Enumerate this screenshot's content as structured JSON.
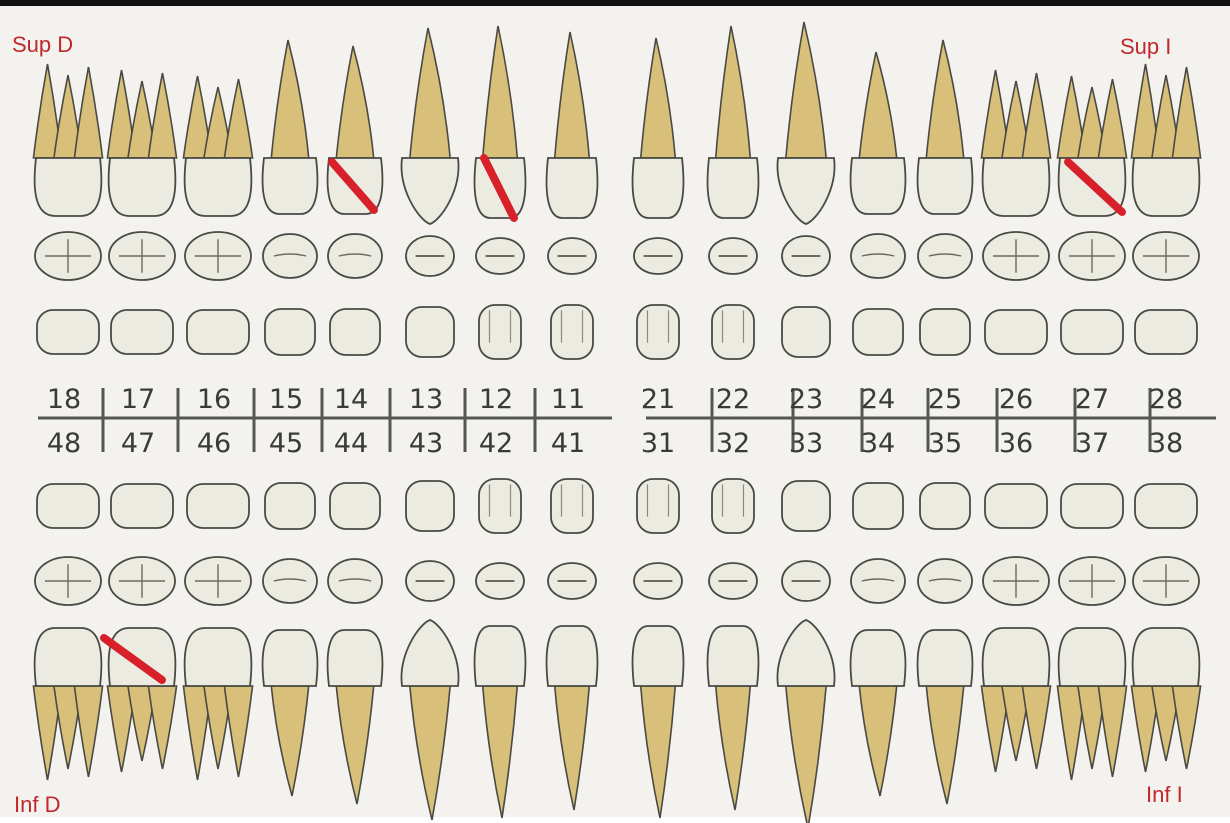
{
  "corner_labels": {
    "upper_right_patient": "Sup D",
    "upper_left_patient": "Sup I",
    "lower_right_patient": "Inf D",
    "lower_left_patient": "Inf I"
  },
  "upper_numbers": [
    "18",
    "17",
    "16",
    "15",
    "14",
    "13",
    "12",
    "11",
    "21",
    "22",
    "23",
    "24",
    "25",
    "26",
    "27",
    "28"
  ],
  "lower_numbers": [
    "48",
    "47",
    "46",
    "45",
    "44",
    "43",
    "42",
    "41",
    "31",
    "32",
    "33",
    "34",
    "35",
    "36",
    "37",
    "38"
  ],
  "tooth_types_upper": [
    "molar",
    "molar",
    "molar",
    "premolar",
    "premolar",
    "canine",
    "incisor",
    "incisor",
    "incisor",
    "incisor",
    "canine",
    "premolar",
    "premolar",
    "molar",
    "molar",
    "molar"
  ],
  "tooth_types_lower": [
    "molar",
    "molar",
    "molar",
    "premolar",
    "premolar",
    "canine",
    "incisor",
    "incisor",
    "incisor",
    "incisor",
    "canine",
    "premolar",
    "premolar",
    "molar",
    "molar",
    "molar"
  ],
  "marked_teeth": [
    "14",
    "12",
    "27",
    "47"
  ],
  "colors": {
    "enamel": "#ecebe2",
    "root": "#d9c07a",
    "outline": "#4a4a44",
    "mark": "#d8202a",
    "label": "#c0282c",
    "grid": "#555555"
  }
}
